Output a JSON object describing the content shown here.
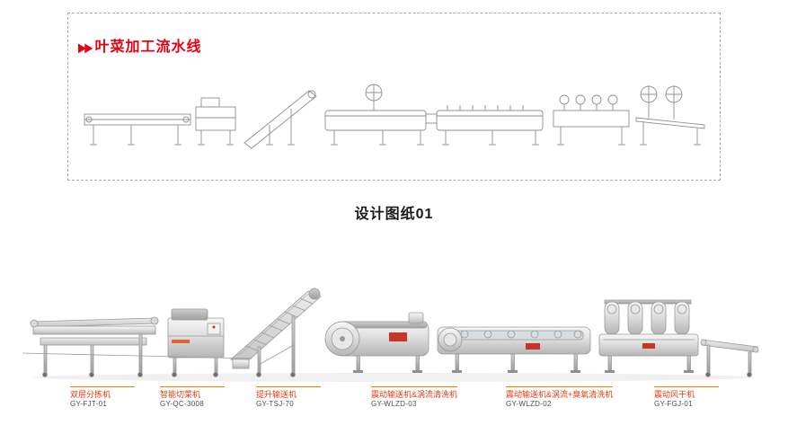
{
  "header": {
    "arrow_icon": "▶▶",
    "title": "叶菜加工流水线",
    "caption": "设计图纸01"
  },
  "machines": [
    {
      "name": "双层分拣机",
      "model": "GY-FJT-01"
    },
    {
      "name": "智能切菜机",
      "model": "GY-QC-3008"
    },
    {
      "name": "提升输送机",
      "model": "GY-TSJ-70"
    },
    {
      "name": "震动输送机&涡流清洗机",
      "model": "GY-WLZD-03"
    },
    {
      "name": "震动输送机&涡流+臭氧清洗机",
      "model": "GY-WLZD-02"
    },
    {
      "name": "震动风干机",
      "model": "GY-FGJ-01"
    }
  ],
  "colors": {
    "title_red": "#e60012",
    "label_red": "#e8380d",
    "rule_orange": "#f08300",
    "line_art_gray": "#8f8f8f",
    "accent_red": "#c9342a"
  }
}
